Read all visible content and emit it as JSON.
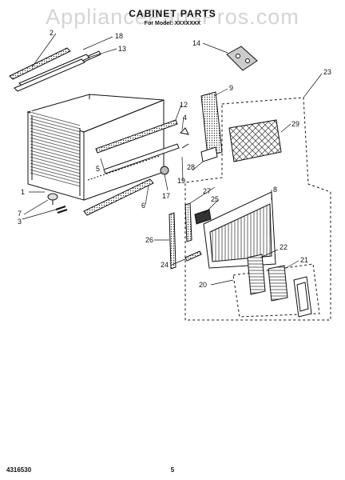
{
  "header": {
    "title": "CABINET PARTS",
    "subtitle": "For Model: XXXXXXX",
    "watermark": "AppliancePartsPros.com"
  },
  "footer": {
    "doc_number": "4316530",
    "page_number": "5"
  },
  "callouts": {
    "c1": "1",
    "c2": "2",
    "c3": "3",
    "c4": "4",
    "c5": "5",
    "c6": "6",
    "c7": "7",
    "c8": "8",
    "c9": "9",
    "c12": "12",
    "c13": "13",
    "c14": "14",
    "c17": "17",
    "c18": "18",
    "c19": "19",
    "c20": "20",
    "c21": "21",
    "c22": "22",
    "c23": "23",
    "c24": "24",
    "c25": "25",
    "c26": "26",
    "c27": "27",
    "c28": "28",
    "c29": "29"
  }
}
